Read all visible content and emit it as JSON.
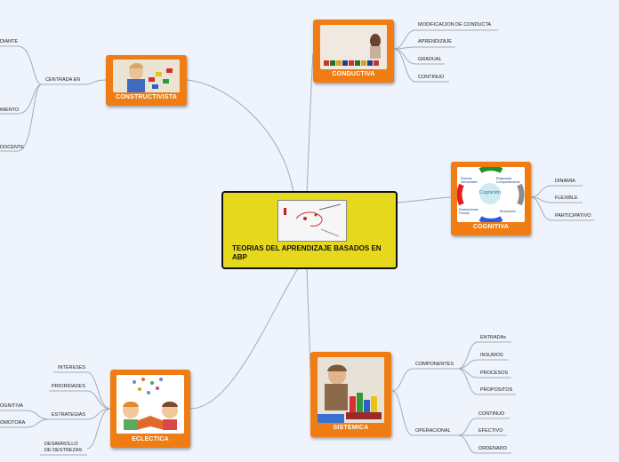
{
  "central": {
    "title": "TEORIAS DEL APRENDIZAJE BASADOS EN ABP"
  },
  "conductiva": {
    "title": "CONDUCTIVA",
    "leaves": [
      "MODIFICACION DE CONDUCTA",
      "APRENDIZAJE",
      "GRADUAL",
      "CONTINUO"
    ]
  },
  "cognitiva": {
    "title": "COGNITIVA",
    "diagram": {
      "center": "Cognición",
      "labels": [
        "Puertos Sensoriales",
        "Respuesta Comportamiento",
        "Evaluaciones Físicas",
        "Emociones"
      ]
    },
    "leaves": [
      "DINAMIA",
      "FLEXIBLE",
      "PARTICIPATIVO"
    ]
  },
  "constructivista": {
    "title": "CONSTRUCTIVISTA",
    "branch": "CENTRADA EN",
    "leaves": [
      "DIANTE",
      "MIENTO",
      "DOCENTE"
    ]
  },
  "sistemica": {
    "title": "SISTEMICA",
    "branches": [
      {
        "label": "COMPONENTES",
        "leaves": [
          "ENTRADAs",
          "INSUMOS",
          "PROCESOS",
          "PROPOSITOS"
        ]
      },
      {
        "label": "OPERACIONAL",
        "leaves": [
          "CONTINUO",
          "EFECTIVO",
          "ORDENADO"
        ]
      }
    ]
  },
  "ecletica": {
    "title": "ECLECTICA",
    "leaves": [
      "INTERESES",
      "PRIORIDADES"
    ],
    "branch": "ESTRATEGIAS",
    "branch_leaves": [
      "OGNITIVA",
      "OMOTORA"
    ],
    "last": [
      "DESARROLLO",
      "DE DESTREZAS"
    ]
  }
}
